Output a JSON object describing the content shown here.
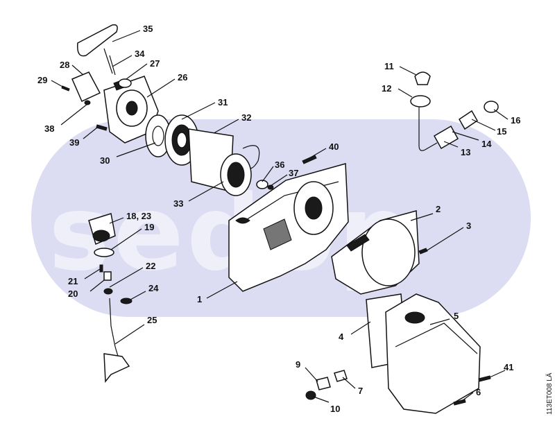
{
  "watermark": "sedop",
  "drawing_code": "113ET008 LÄ",
  "callouts": {
    "c1": "1",
    "c2": "2",
    "c3": "3",
    "c4": "4",
    "c5": "5",
    "c6": "6",
    "c7": "7",
    "c9": "9",
    "c10": "10",
    "c11": "11",
    "c12": "12",
    "c13": "13",
    "c14": "14",
    "c15": "15",
    "c16": "16",
    "c18": "18, 23",
    "c19": "19",
    "c20": "20",
    "c21": "21",
    "c22": "22",
    "c24": "24",
    "c25": "25",
    "c26": "26",
    "c27": "27",
    "c28": "28",
    "c29": "29",
    "c30": "30",
    "c31": "31",
    "c32": "32",
    "c33": "33",
    "c34": "34",
    "c35": "35",
    "c36": "36",
    "c37": "37",
    "c38": "38",
    "c39": "39",
    "c40": "40",
    "c41": "41"
  },
  "colors": {
    "watermark_band": "#dcdcf2",
    "ink": "#111111"
  }
}
